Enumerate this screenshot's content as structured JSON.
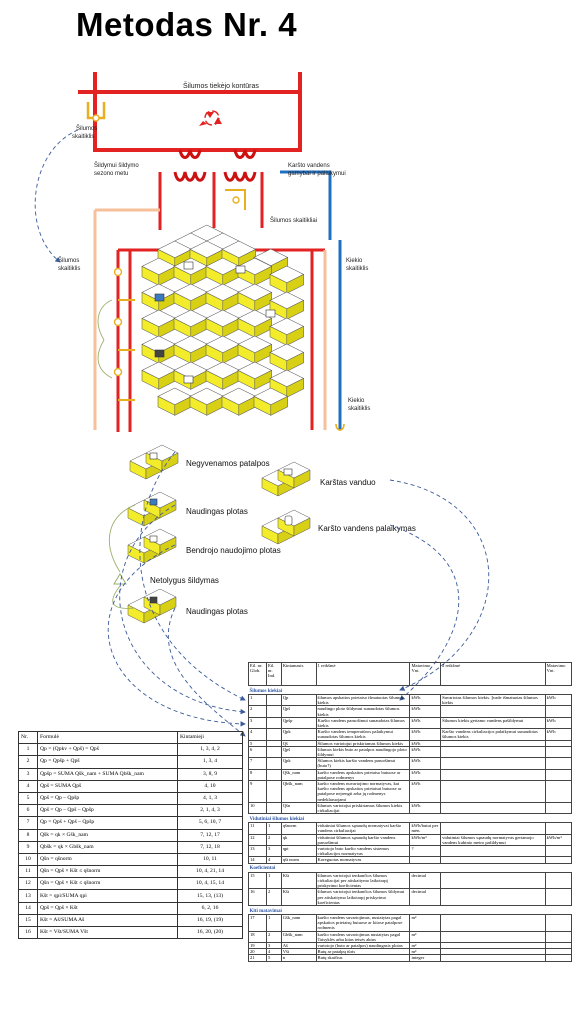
{
  "title": "Metodas Nr. 4",
  "diagram_labels": {
    "supplier_contour": "Šilumos tiekėjo kontūras",
    "heat_meter_top_1": "Šilumos",
    "heat_meter_top_2": "skaitiklis",
    "heating_season_1": "Šildymui šildymo",
    "heating_season_2": "sezono metu",
    "hot_water_1": "Karšto vandens",
    "hot_water_2": "gamybai ir palaikymui",
    "heat_meters": "Šilumos skaitikliai",
    "heat_meter_left_1": "Šilumos",
    "heat_meter_left_2": "skaitiklis",
    "volume_meter_right_1": "Kiekio",
    "volume_meter_right_2": "skaitiklis",
    "volume_meter_low_1": "Kiekio",
    "volume_meter_low_2": "skaitiklis"
  },
  "legend": {
    "non_residential": "Negyvenamos patalpos",
    "useful_area_1": "Naudingas plotas",
    "common_area": "Bendrojo naudojimo plotas",
    "uneven_heating": "Netolygus šildymas",
    "useful_area_2": "Naudingas plotas",
    "hot_water": "Karštas vanduo",
    "hot_water_maintenance": "Karšto vandens palaikymas"
  },
  "formula_table": {
    "headers": [
      "Nr.",
      "Formulė",
      "Kintamieji"
    ],
    "rows": [
      [
        "1",
        "Qp = (Qpkv + Qpš) = Qpš",
        "1, 3, 4, 2"
      ],
      [
        "2",
        "Qp = Qpšp + Qpš",
        "1, 3, 4"
      ],
      [
        "3",
        "Qpšp = SUMA Qšk_nam + SUMA Qbšk_nam",
        "3, 8, 9"
      ],
      [
        "4",
        "Qpš = SUMA Qpš",
        "4, 10"
      ],
      [
        "5",
        "Qpš = Qp – Qpšp",
        "4, 1, 3"
      ],
      [
        "6",
        "Qpš = Qp – Qpš – Qpšp",
        "2, 1, 4, 3"
      ],
      [
        "7",
        "Qp = Qpš + Qpš – Qpšp",
        "5, 6, 10, 7"
      ],
      [
        "8",
        "Qšk = qk × Gšk_nam",
        "7, 12, 17"
      ],
      [
        "9",
        "Qbšk = qk × Gbšk_nam",
        "7, 12, 18"
      ],
      [
        "10",
        "Qšn = qšnorm",
        "10, 11"
      ],
      [
        "11",
        "Qšn = Qpš × Kšt ≤ qšnorm",
        "10, 4, 21, 14"
      ],
      [
        "12",
        "Qšn = Qpš × Kšt ≤ qšnorm",
        "10, 4, 15, 14"
      ],
      [
        "13",
        "Kšt = qpi/SUMA qpi",
        "15, 13, (13)"
      ],
      [
        "14",
        "Qpš = Qpš × Kšt",
        "6, 2, 16"
      ],
      [
        "15",
        "Kšt = Aš/SUMA Aš",
        "16, 19, (19)"
      ],
      [
        "16",
        "Kšt = Všt/SUMA Všt",
        "16, 20, (20)"
      ]
    ]
  },
  "info_table": {
    "headers": [
      "Eil. nr. Glob.",
      "Eil. nr. Ind.",
      "Kintamasis",
      "1 reikšmė",
      "Matavimo Vnt.",
      "2 reikšmė",
      "Matavimo Vnt."
    ],
    "sections": [
      {
        "title": "Šilumos kiekiai",
        "rows": [
          [
            "1",
            "",
            "Qp",
            "šilumos apskaitos prietaiso išmatuotas šilumos kiekis",
            "kWh",
            "Suvartotas šilumos kiekis. Įvade išmatuotas šilumos kiekis",
            "kWh"
          ],
          [
            "2",
            "",
            "Qpš",
            "naudingo ploto šildymui sunaudotas šilumos kiekis",
            "kWh",
            "",
            ""
          ],
          [
            "3",
            "",
            "Qpšp",
            "Karšto vandens paruošimui sunaudotas šilumos kiekis",
            "kWh",
            "Šilumos kiekis geriamo vandens pašildymui",
            "kWh"
          ],
          [
            "4",
            "",
            "Qpk",
            "Karšto vandens temperatūros palaikymui sunaudotas šilumos kiekis",
            "kWh",
            "Karšto vandens cirkuliacijos palaikymui sunaudotas šilumos kiekis",
            "kWh"
          ],
          [
            "5",
            "",
            "Qš",
            "Šilumos vartotojui priskiriamas šilumos kiekis",
            "kWh",
            "",
            ""
          ],
          [
            "6",
            "",
            "Qpš",
            "šilumos kiekis buto ar patalpos naudingojo ploto šildymui",
            "kWh",
            "",
            ""
          ],
          [
            "7",
            "",
            "Qpk",
            "Šilumos kiekis karšto vandens paruošimui (buto?)",
            "kWh",
            "",
            ""
          ],
          [
            "8",
            "",
            "Qšk_nam",
            "karšto vandens apskaitos prietaiso butuose ar patalpose rodmenys",
            "kWh",
            "",
            ""
          ],
          [
            "9",
            "",
            "Qbšk_nam",
            "karšto vandens nuvartojimo normatyvas, kai karšto vandens apskaitos prietaisai butuose ar patalpose neįrengti arba jų rodmenys nedeklaruojami",
            "kWh",
            "",
            ""
          ],
          [
            "10",
            "",
            "Qšn",
            "šilumos vartotojui priskiriamas šilumos kiekis cirkuliacijai",
            "kWh",
            "",
            ""
          ]
        ]
      },
      {
        "title": "Vidutiniai šilumos kiekiai",
        "rows": [
          [
            "11",
            "1",
            "qšnorm",
            "vidutiniai šilumos sąnaudų normatyvai karšto vandens cirkuliacijai",
            "kWh/butui per mėn.",
            "",
            ""
          ],
          [
            "12",
            "2",
            "qk",
            "vidutiniai šilumos sąnaudų karšto vandens paruošimui",
            "kWh/m³",
            "vidutiniai šilumos sąnaudų normatyvas geriamojo vandens kubinio metro pašildymui",
            "kWh/m³"
          ],
          [
            "13",
            "3",
            "qpi",
            "vartotojo buto karšto vandens sistemos cirkuliacijos normatyvas",
            "?",
            "",
            ""
          ],
          [
            "14",
            "4",
            "qšt norm",
            "Koreguotas normatyvas",
            "",
            "",
            ""
          ]
        ]
      },
      {
        "title": "Koeficientai",
        "rows": [
          [
            "15",
            "1",
            "Kšt",
            "šilumos vartotojui tenkančios šilumos cirkuliacijai per atiskaitymo laikotarpį priskyrimo koeficientas",
            "decimal",
            "",
            ""
          ],
          [
            "16",
            "2",
            "Kšt",
            "šilumos vartotojui tenkančios šilumos šildymui per atiskaitymo laikotarpį priskyrimo koeficientas",
            "decimal",
            "",
            ""
          ]
        ]
      },
      {
        "title": "Kiti matavimai",
        "rows": [
          [
            "17",
            "1",
            "Gšk_nam",
            "karšto vandens suvartojimas, nustatytas pagal apskaitos prietaisų butuose ar kitose patalpose rodmenis",
            "m³",
            "",
            ""
          ],
          [
            "18",
            "2",
            "Gbšk_nam",
            "karšto vandens suvartojimas nustatytas pagal Taisyklės arba kitas teisės aktus",
            "m³",
            "",
            ""
          ],
          [
            "19",
            "3",
            "Aš",
            "vartotojo (buto ar patalpos) naudingasis plotas",
            "m²",
            "",
            ""
          ],
          [
            "20",
            "4",
            "Všt",
            "Butų ar patalpų tūris",
            "m³",
            "",
            ""
          ],
          [
            "21",
            "5",
            "n",
            "Butų skaičius",
            "integer",
            "",
            ""
          ]
        ]
      }
    ]
  }
}
